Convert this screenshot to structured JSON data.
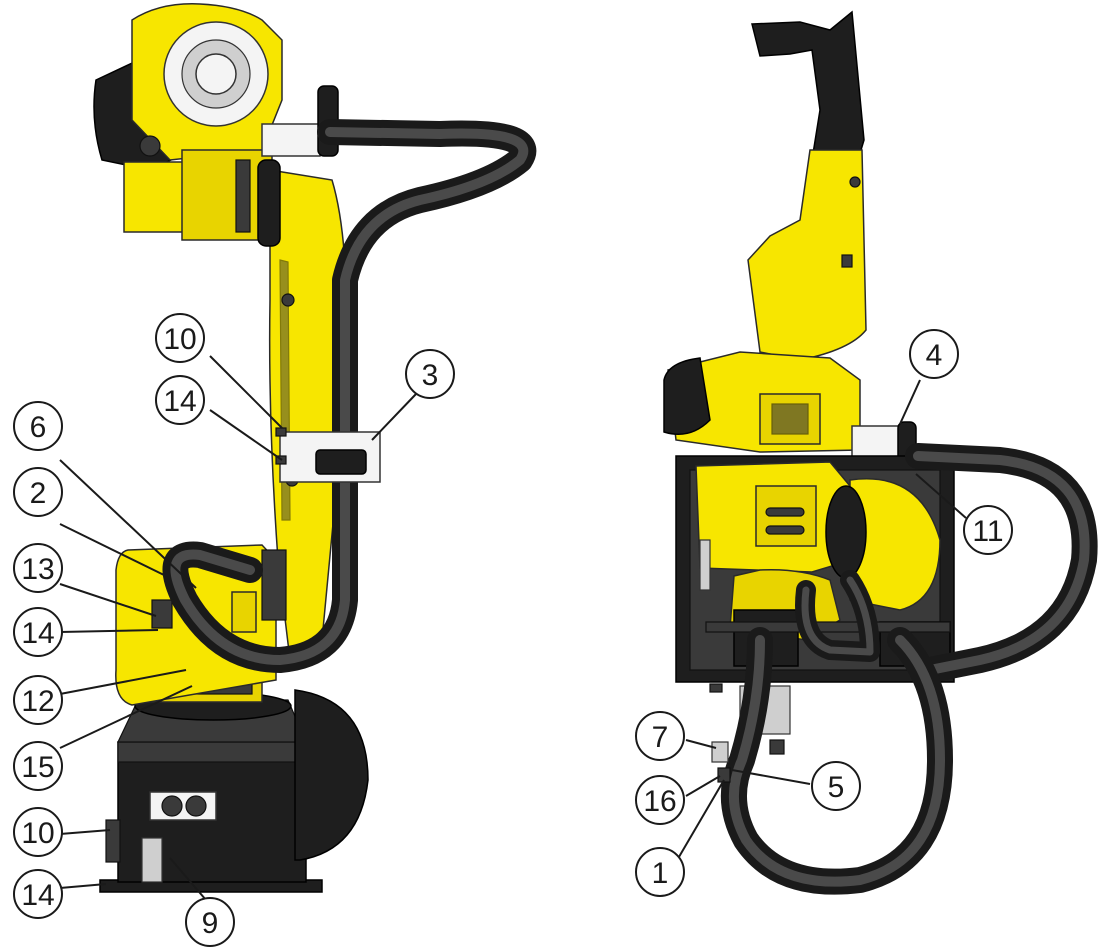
{
  "diagram": {
    "side_view_callouts": [
      "10",
      "14",
      "3",
      "6",
      "2",
      "13",
      "14",
      "12",
      "15",
      "10",
      "14",
      "9"
    ],
    "rear_view_callouts": [
      "4",
      "11",
      "7",
      "16",
      "5",
      "1"
    ]
  },
  "colors": {
    "robot_yellow": "#f7e600",
    "robot_black": "#1e1e1e",
    "hose_gray": "#3a3a3a",
    "bracket_white": "#f4f4f4"
  }
}
